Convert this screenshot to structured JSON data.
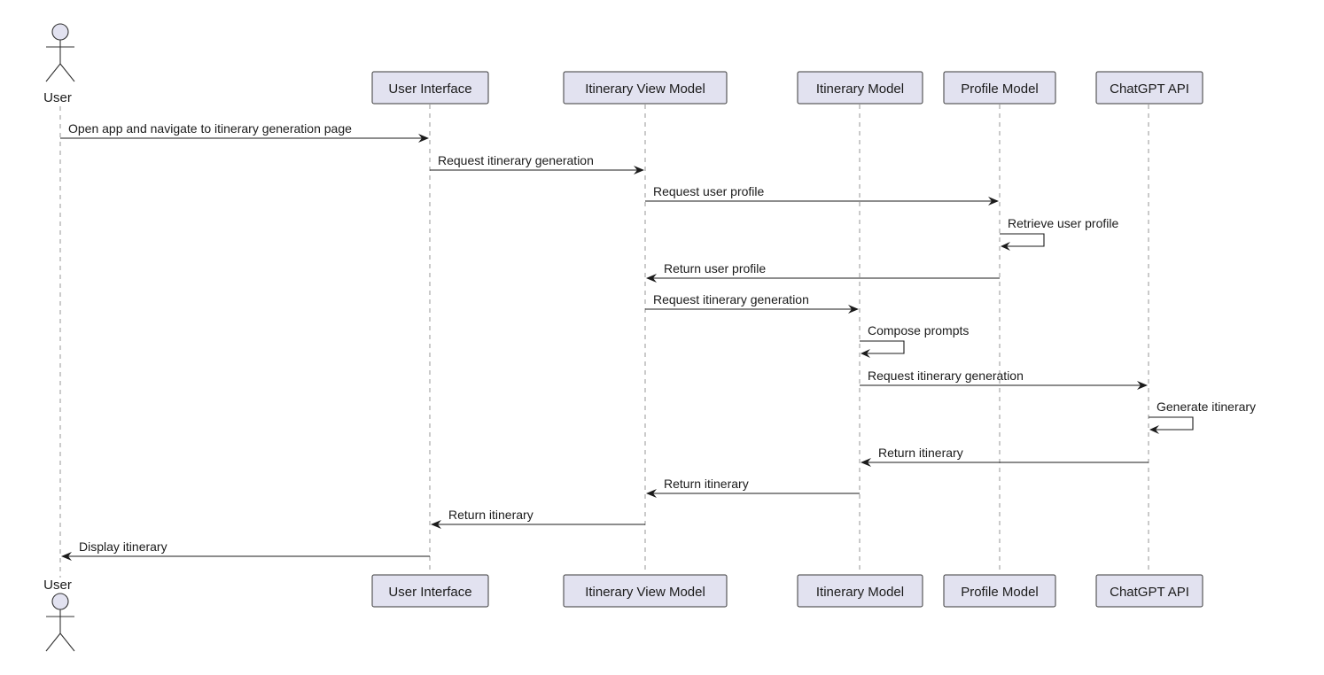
{
  "actor": {
    "label": "User"
  },
  "participants": [
    {
      "id": "ui",
      "label": "User Interface"
    },
    {
      "id": "ivm",
      "label": "Itinerary View Model"
    },
    {
      "id": "im",
      "label": "Itinerary Model"
    },
    {
      "id": "pm",
      "label": "Profile Model"
    },
    {
      "id": "gpt",
      "label": "ChatGPT API"
    }
  ],
  "messages": [
    {
      "from": "user",
      "to": "ui",
      "label": "Open app and navigate to itinerary generation page"
    },
    {
      "from": "ui",
      "to": "ivm",
      "label": "Request itinerary generation"
    },
    {
      "from": "ivm",
      "to": "pm",
      "label": "Request user profile"
    },
    {
      "from": "pm",
      "to": "pm",
      "label": "Retrieve user profile"
    },
    {
      "from": "pm",
      "to": "ivm",
      "label": "Return user profile"
    },
    {
      "from": "ivm",
      "to": "im",
      "label": "Request itinerary generation"
    },
    {
      "from": "im",
      "to": "im",
      "label": "Compose prompts"
    },
    {
      "from": "im",
      "to": "gpt",
      "label": "Request itinerary generation"
    },
    {
      "from": "gpt",
      "to": "gpt",
      "label": "Generate itinerary"
    },
    {
      "from": "gpt",
      "to": "im",
      "label": "Return itinerary"
    },
    {
      "from": "im",
      "to": "ivm",
      "label": "Return itinerary"
    },
    {
      "from": "ivm",
      "to": "ui",
      "label": "Return itinerary"
    },
    {
      "from": "ui",
      "to": "user",
      "label": "Display itinerary"
    }
  ],
  "colors": {
    "participant_fill": "#e2e2f0",
    "participant_border": "#3a3a3a",
    "lifeline": "#a8a8a8",
    "message": "#1b1b1b"
  }
}
